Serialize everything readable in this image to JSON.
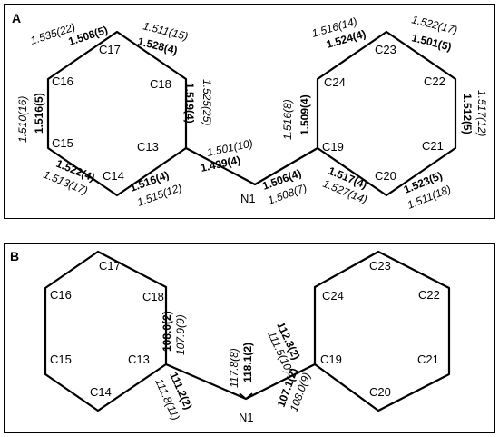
{
  "panel_a": {
    "letter": "A",
    "atoms": {
      "C13": "C13",
      "C14": "C14",
      "C15": "C15",
      "C16": "C16",
      "C17": "C17",
      "C18": "C18",
      "C19": "C19",
      "C20": "C20",
      "C21": "C21",
      "C22": "C22",
      "C23": "C23",
      "C24": "C24",
      "N1": "N1"
    },
    "bonds_bold": {
      "c16_c17": "1.508(5)",
      "c17_c18": "1.528(4)",
      "c18_c13": "1.519(4)",
      "c15_c16": "1.516(5)",
      "c14_c15": "1.522(4)",
      "c13_c14": "1.516(4)",
      "c13_n1": "1.499(4)",
      "n1_c19": "1.506(4)",
      "c19_c24": "1.509(4)",
      "c23_c24": "1.524(4)",
      "c22_c23": "1.501(5)",
      "c21_c22": "1.512(5)",
      "c20_c21": "1.523(5)",
      "c19_c20": "1.517(4)"
    },
    "bonds_italic": {
      "c16_c17": "1.535(22)",
      "c17_c18": "1.511(15)",
      "c18_c13": "1.525(25)",
      "c15_c16": "1.510(16)",
      "c14_c15": "1.513(17)",
      "c13_c14": "1.515(12)",
      "c13_n1": "1.501(10)",
      "n1_c19": "1.508(7)",
      "c19_c24": "1.516(8)",
      "c23_c24": "1.516(14)",
      "c22_c23": "1.522(17)",
      "c21_c22": "1.517(12)",
      "c20_c21": "1.511(18)",
      "c19_c20": "1.527(14)"
    }
  },
  "panel_b": {
    "letter": "B",
    "atoms": {
      "C13": "C13",
      "C14": "C14",
      "C15": "C15",
      "C16": "C16",
      "C17": "C17",
      "C18": "C18",
      "C19": "C19",
      "C20": "C20",
      "C21": "C21",
      "C22": "C22",
      "C23": "C23",
      "C24": "C24",
      "N1": "N1"
    },
    "angles_bold": {
      "c18_c13_n1": "108.0(2)",
      "c14_c13_n1": "111.2(2)",
      "c13_n1_c19": "118.1(2)",
      "n1_c19_c24": "112.3(2)",
      "n1_c19_c20": "107.1(2)"
    },
    "angles_italic": {
      "c18_c13_n1": "107.9(9)",
      "c14_c13_n1": "111.8(11)",
      "c13_n1_c19": "117.8(8)",
      "n1_c19_c24": "111.5(10)",
      "n1_c19_c20": "108.0(9)"
    }
  }
}
